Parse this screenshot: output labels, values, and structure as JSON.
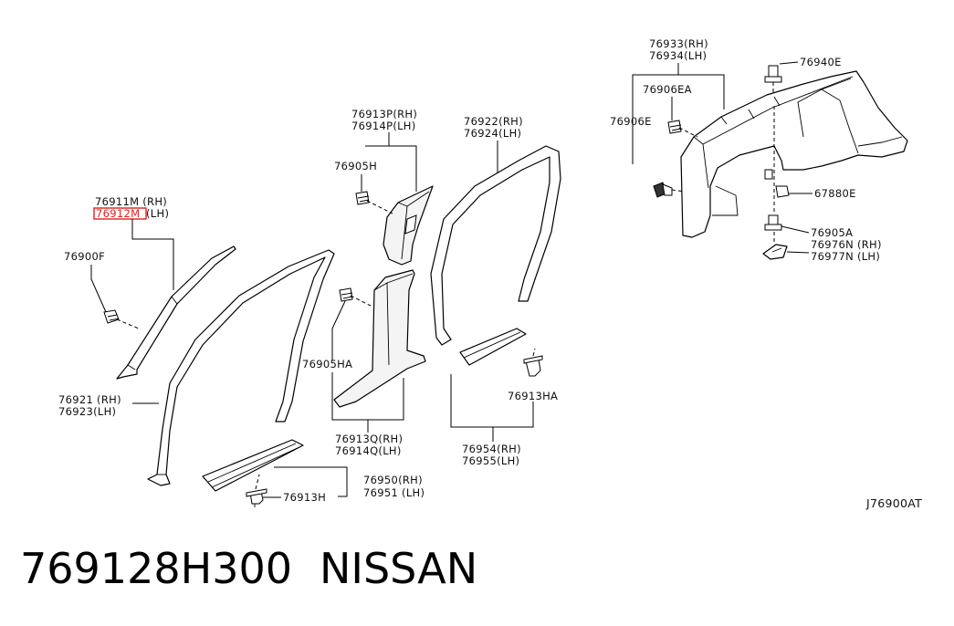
{
  "diagram_code": "J76900AT",
  "footer": {
    "part_number": "769128H300",
    "brand": "NISSAN"
  },
  "highlight_color": "#e0201b",
  "labels": {
    "p76911m": "76911M (RH)",
    "p76912m": "76912M",
    "p76912m_lh": "(LH)",
    "p76900f": "76900F",
    "p76921": "76921 (RH)",
    "p76923": "76923(LH)",
    "p76913p": "76913P(RH)",
    "p76914p": "76914P(LH)",
    "p76905h": "76905H",
    "p76905ha": "76905HA",
    "p76913q": "76913Q(RH)",
    "p76914q": "76914Q(LH)",
    "p76922": "76922(RH)",
    "p76924": "76924(LH)",
    "p76950": "76950(RH)",
    "p76951": "76951 (LH)",
    "p76913h": "76913H",
    "p76954": "76954(RH)",
    "p76955": "76955(LH)",
    "p76913ha": "76913HA",
    "p76933": "76933(RH)",
    "p76934": "76934(LH)",
    "p76906ea": "76906EA",
    "p76906e": "76906E",
    "p76940e": "76940E",
    "p67880e": "67880E",
    "p76905a": "76905A",
    "p76976n": "76976N (RH)",
    "p76977n": "76977N (LH)"
  }
}
